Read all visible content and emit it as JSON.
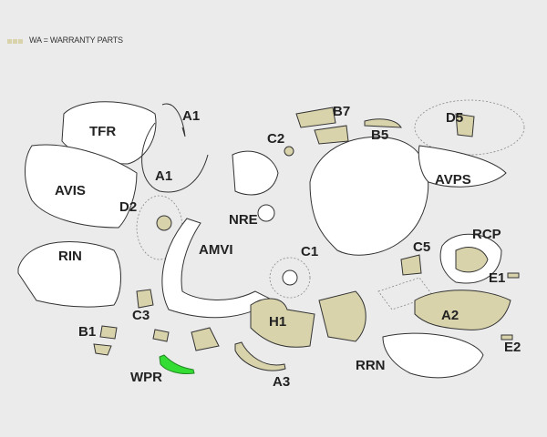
{
  "legend": {
    "text": "WA = WARRANTY PARTS",
    "swatch_color": "#d9d3ac"
  },
  "highlight_color": "#33dd33",
  "labels": {
    "TFR": "TFR",
    "A1_top": "A1",
    "A1_mid": "A1",
    "C2": "C2",
    "B7": "B7",
    "B5": "B5",
    "D5": "D5",
    "AVIS": "AVIS",
    "D2": "D2",
    "NRE": "NRE",
    "AVPS": "AVPS",
    "AMVI": "AMVI",
    "RCP": "RCP",
    "RIN": "RIN",
    "C1": "C1",
    "C5": "C5",
    "E1": "E1",
    "C3": "C3",
    "H1": "H1",
    "A2": "A2",
    "B1": "B1",
    "E2": "E2",
    "RRN": "RRN",
    "WPR": "WPR",
    "A3": "A3"
  }
}
